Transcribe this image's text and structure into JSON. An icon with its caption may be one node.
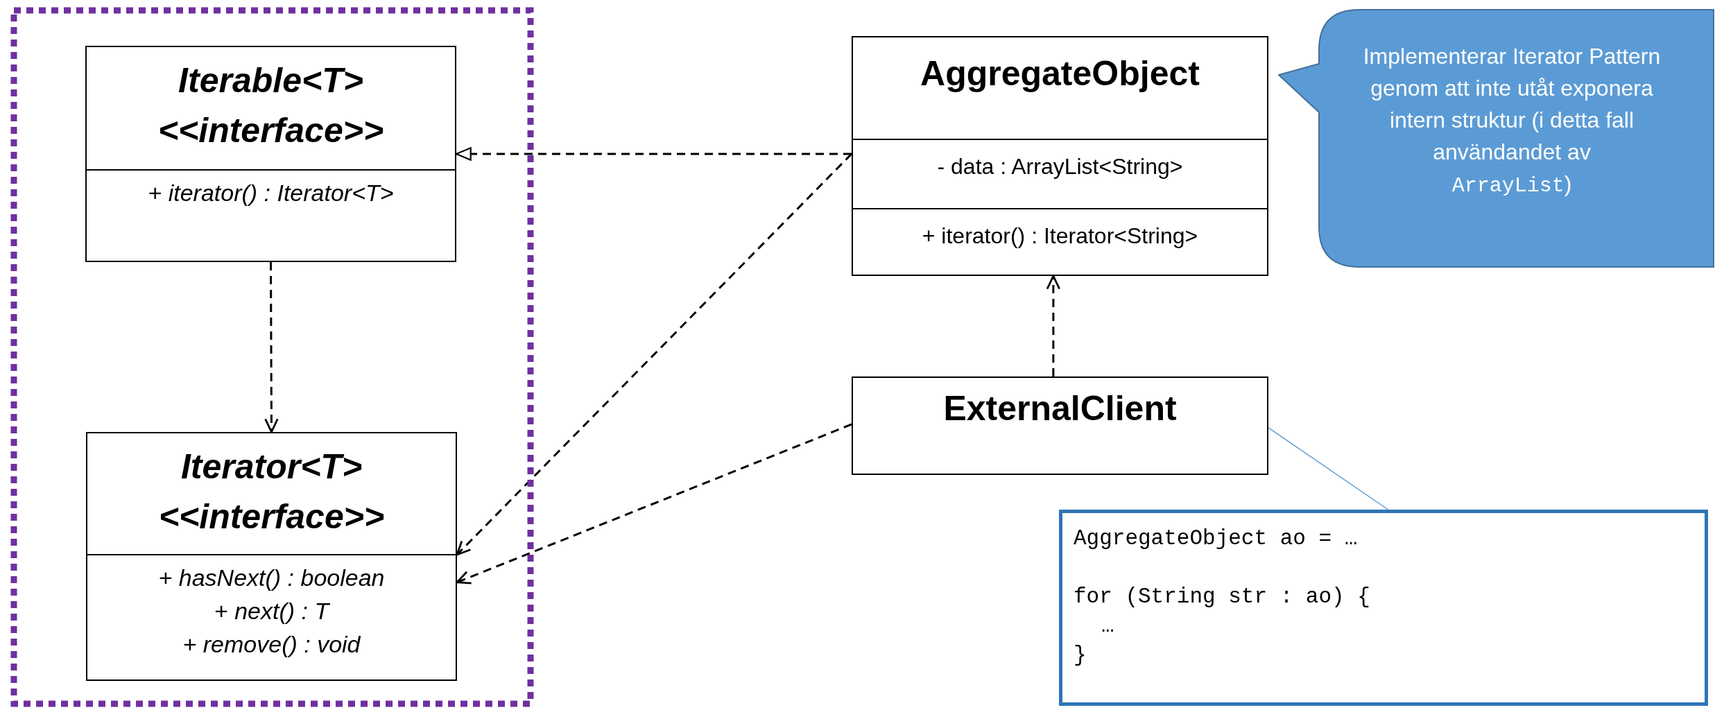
{
  "diagram": {
    "nodes": [
      {
        "text": [],
        "shape": "box"
      },
      {
        "text": [
          "Iterable<T> <<interface>>",
          "+ iterator() : Iterator<T>"
        ],
        "in": 0
      },
      {
        "text": [
          "Iterator<T> <<interface>>",
          "+ hasNext() : boolean",
          "+ next() : T",
          "+ remove() : void"
        ],
        "in": 0
      },
      {
        "text": [
          "AggregateObject",
          "- data : ArrayList<String>",
          "+ iterator() : Iterator<String>"
        ]
      },
      {
        "text": [
          "Implementerar Iterator Pattern genom att inte utåt exponera intern struktur (i detta fall användandet av",
          "ArrayList",
          ")"
        ]
      },
      {
        "text": [
          "ExternalClient"
        ]
      },
      {
        "text": [
          "AggregateObject ao = …",
          "for (String str : ao) {",
          "…",
          "}"
        ]
      }
    ],
    "edges": [
      {
        "from": 3,
        "to": 1,
        "arrow": "to",
        "style": "dashed"
      },
      {
        "from": 3,
        "to": 2,
        "arrow": "to",
        "style": "dashed"
      },
      {
        "from": 1,
        "to": 2,
        "arrow": "to",
        "style": "dashed"
      },
      {
        "from": 5,
        "to": 3,
        "arrow": "to",
        "style": "dashed"
      },
      {
        "from": 5,
        "to": 2,
        "arrow": "to",
        "style": "dashed"
      },
      {
        "from": 5,
        "to": 6,
        "arrow": "none",
        "color": "#5b9bd5"
      }
    ]
  }
}
